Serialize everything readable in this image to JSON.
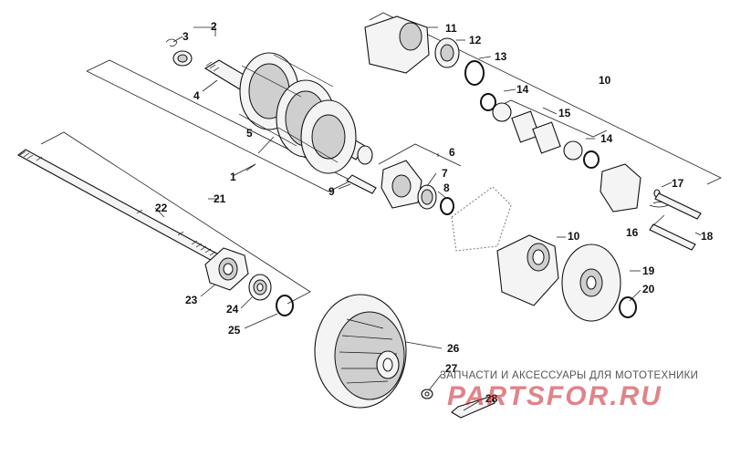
{
  "diagram": {
    "callouts": [
      "1",
      "2",
      "3",
      "4",
      "5",
      "6",
      "7",
      "8",
      "9",
      "10",
      "10",
      "11",
      "12",
      "13",
      "14",
      "14",
      "15",
      "16",
      "17",
      "18",
      "19",
      "20",
      "21",
      "22",
      "23",
      "24",
      "25",
      "26",
      "27",
      "28"
    ]
  },
  "watermark": {
    "caption": "ЗАПЧАСТИ И АКСЕССУАРЫ ДЛЯ МОТОТЕХНИКИ",
    "logo": "PARTSFOR.RU"
  }
}
